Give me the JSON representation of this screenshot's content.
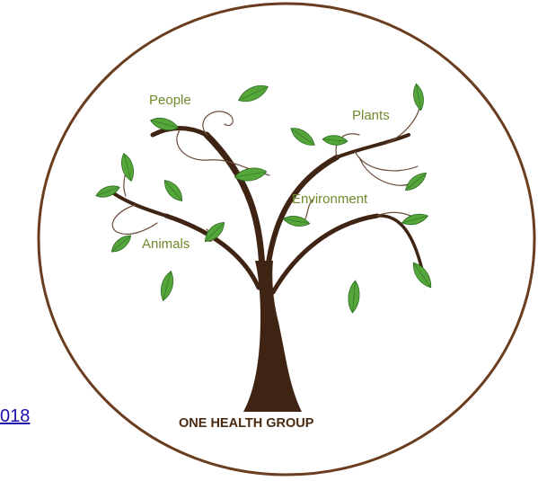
{
  "link": {
    "text": "018"
  },
  "logo": {
    "title": "ONE HEALTH GROUP",
    "labels": {
      "people": "People",
      "plants": "Plants",
      "environment": "Environment",
      "animals": "Animals"
    }
  },
  "colors": {
    "ring": "#6b3d1f",
    "trunk": "#3f2414",
    "leaf": "#54a53a",
    "label": "#6f8a2c",
    "title": "#4a2a10",
    "link": "#1a0dab"
  },
  "icons": [
    "tree-icon",
    "leaf-icon"
  ]
}
